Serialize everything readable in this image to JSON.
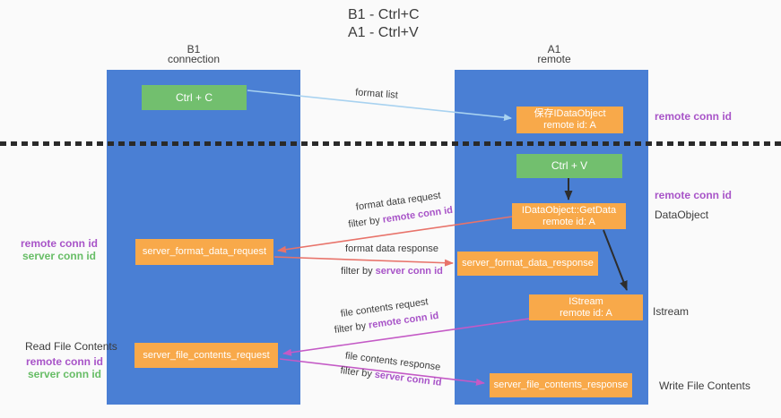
{
  "colors": {
    "bg": "#fafafa",
    "column-blue": "#4a7fd4",
    "box-green": "#72bf6e",
    "box-orange": "#f8a94a",
    "text-dark": "#3c3c3c",
    "purple": "#a854c8",
    "green-label": "#67bd66",
    "arrow-black": "#2d2d2d",
    "arrow-salmon": "#e8736a",
    "arrow-magenta": "#c45ac6",
    "arrow-lightblue": "#a8d2f0",
    "dashed-line": "#2a2a2a"
  },
  "title": {
    "line1": "B1 - Ctrl+C",
    "line2": "A1 - Ctrl+V"
  },
  "columns": {
    "left": {
      "title": "B1",
      "subtitle": "connection"
    },
    "right": {
      "title": "A1",
      "subtitle": "remote"
    }
  },
  "boxes": {
    "ctrl_c": {
      "label": "Ctrl + C"
    },
    "save_idataobject": {
      "line1": "保存IDataObject",
      "line2": "remote id: A"
    },
    "ctrl_v": {
      "label": "Ctrl + V"
    },
    "getdata": {
      "line1": "IDataObject::GetData",
      "line2": "remote id: A"
    },
    "format_request": {
      "label": "server_format_data_request"
    },
    "format_response": {
      "label": "server_format_data_response"
    },
    "istream": {
      "line1": "IStream",
      "line2": "remote id: A"
    },
    "file_request": {
      "label": "server_file_contents_request"
    },
    "file_response": {
      "label": "server_file_contents_response"
    }
  },
  "arrow_labels": {
    "format_list": "format list",
    "format_data_request": "format data request",
    "format_data_request_filter_prefix": "filter by ",
    "format_data_request_filter_key": "remote conn id",
    "format_data_response": "format data response",
    "format_data_response_filter_prefix": "filter by ",
    "format_data_response_filter_key": "server conn id",
    "file_contents_request": "file contents request",
    "file_contents_request_filter_prefix": "filter by ",
    "file_contents_request_filter_key": "remote conn id",
    "file_contents_response": "file contents response",
    "file_contents_response_filter_prefix": "filter by ",
    "file_contents_response_filter_key": "server conn id"
  },
  "side_labels": {
    "right_remote_conn_id_top": "remote conn id",
    "right_remote_conn_id_mid": "remote conn id",
    "right_dataobject": "DataObject",
    "right_istream": "Istream",
    "right_write_file": "Write File Contents",
    "left_remote_conn_id_top": "remote conn id",
    "left_server_conn_id_top": "server conn id",
    "left_read_file": "Read File Contents",
    "left_remote_conn_id_bottom": "remote conn id",
    "left_server_conn_id_bottom": "server conn id"
  }
}
